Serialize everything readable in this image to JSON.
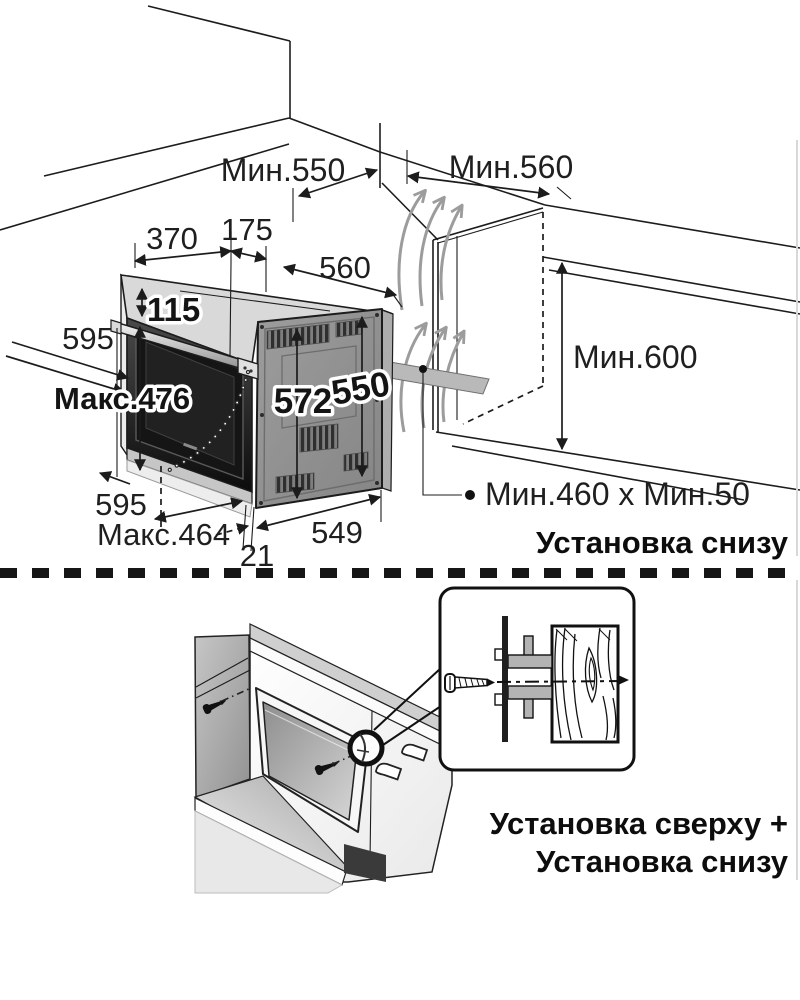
{
  "colors": {
    "ink": "#1c1c1c",
    "paper": "#ffffff",
    "oven_back_panel": "#939393",
    "surface_grey": "#d9d9d9",
    "door_dark": "#141414"
  },
  "top": {
    "caption": "Установка снизу",
    "dim": {
      "min550": "Мин.550",
      "min560": "Мин.560",
      "min600": "Мин.600",
      "w370": "370",
      "w175": "175",
      "d560": "560",
      "h115": "115",
      "h595_side": "595",
      "max476": "Макс.476",
      "h572": "572",
      "h550": "550",
      "w595_front": "595",
      "max464": "Макс.464",
      "gap21": "21",
      "d549": "549",
      "vent": "Мин.460 х Мин.50"
    }
  },
  "bottom": {
    "caption1": "Установка сверху +",
    "caption2": "Установка снизу"
  }
}
